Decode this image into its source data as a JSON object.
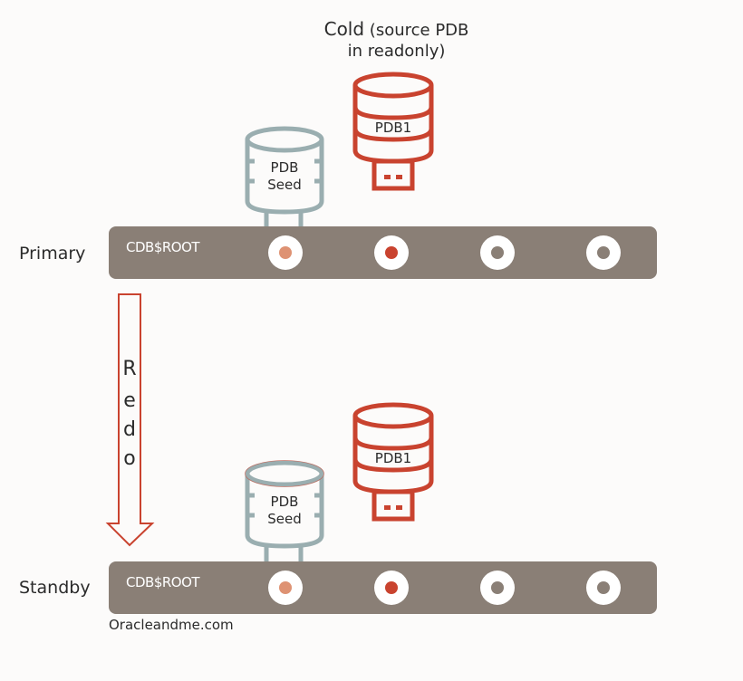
{
  "title": {
    "line1_bold": "Cold",
    "line1_rest": "(source PDB",
    "line2": "in readonly)"
  },
  "colors": {
    "background": "#fcfbfa",
    "cdb_bar": "#8a7f76",
    "pdb1_red": "#c9432f",
    "seed_gray": "#9aaeb0",
    "seed_dot": "#de9273",
    "pdb1_dot": "#c9432f",
    "empty_dot": "#8a7f76",
    "arrow": "#c9432f"
  },
  "primary": {
    "label": "Primary",
    "cdb_label": "CDB$ROOT",
    "seed": {
      "line1": "PDB",
      "line2": "Seed"
    },
    "pdb1": {
      "label": "PDB1"
    },
    "slots": [
      "seed",
      "pdb1",
      "empty",
      "empty"
    ]
  },
  "redo": {
    "letters": [
      "R",
      "e",
      "d",
      "o"
    ]
  },
  "standby": {
    "label": "Standby",
    "cdb_label": "CDB$ROOT",
    "seed": {
      "line1": "PDB",
      "line2": "Seed"
    },
    "pdb1": {
      "label": "PDB1"
    },
    "slots": [
      "seed",
      "pdb1",
      "empty",
      "empty"
    ]
  },
  "footer": {
    "credit": "Oracleandme.com"
  }
}
